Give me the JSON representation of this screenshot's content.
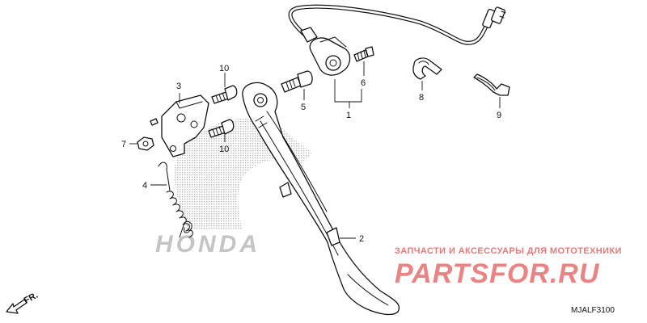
{
  "diagram": {
    "code": "MJALF3100",
    "direction_label": "FR.",
    "callouts": [
      {
        "id": "c1",
        "label": "1"
      },
      {
        "id": "c2",
        "label": "2"
      },
      {
        "id": "c3",
        "label": "3"
      },
      {
        "id": "c4",
        "label": "4"
      },
      {
        "id": "c5",
        "label": "5"
      },
      {
        "id": "c6",
        "label": "6"
      },
      {
        "id": "c7",
        "label": "7"
      },
      {
        "id": "c8",
        "label": "8"
      },
      {
        "id": "c9",
        "label": "9"
      },
      {
        "id": "c10a",
        "label": "10"
      },
      {
        "id": "c10b",
        "label": "10"
      }
    ]
  },
  "watermarks": {
    "brand_logo_text": "HONDA",
    "site_logo_text": "PARTSFOR.RU",
    "caption": "ЗАПЧАСТИ И АКСЕССУАРЫ ДЛЯ МОТОТЕХНИКИ"
  },
  "colors": {
    "line_art": "#111111",
    "background": "#ffffff",
    "watermark_red": "#e35a5a",
    "watermark_grey": "#bdbdbd"
  }
}
